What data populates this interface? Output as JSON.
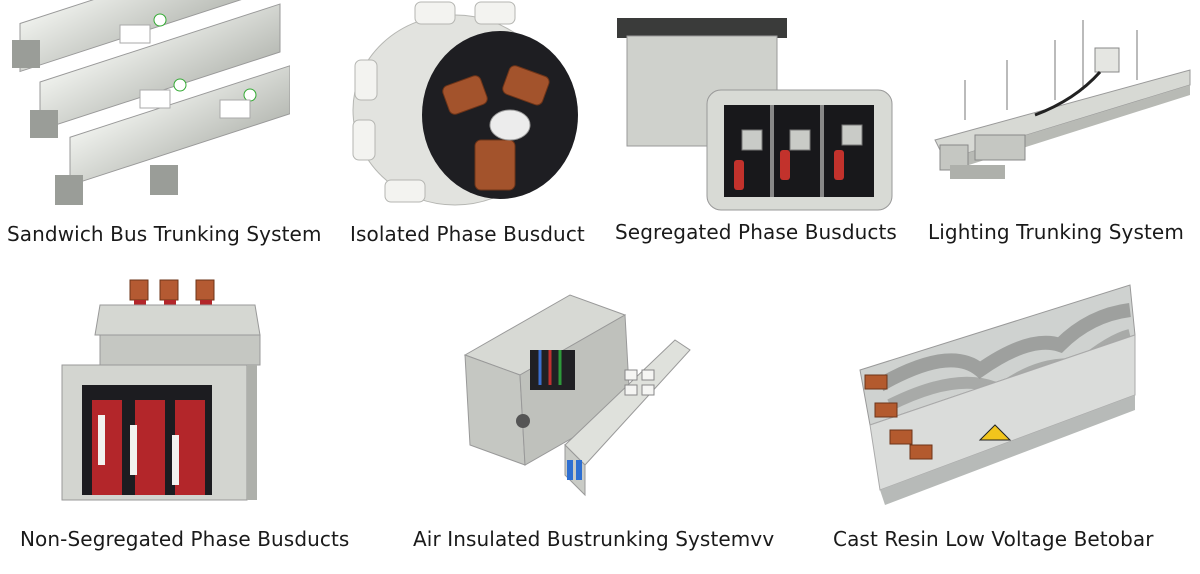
{
  "products": [
    {
      "id": "sandwich",
      "caption": "Sandwich Bus Trunking System",
      "image_icon": "sandwich-busbar-image"
    },
    {
      "id": "isolated",
      "caption": "Isolated Phase Busduct",
      "image_icon": "isolated-phase-busduct-image"
    },
    {
      "id": "segregated",
      "caption": "Segregated Phase Busducts",
      "image_icon": "segregated-phase-busduct-image"
    },
    {
      "id": "lighting",
      "caption": "Lighting Trunking System",
      "image_icon": "lighting-trunking-image"
    },
    {
      "id": "nonsegregated",
      "caption": "Non-Segregated Phase Busducts",
      "image_icon": "non-segregated-busduct-image"
    },
    {
      "id": "airinsulated",
      "caption": "Air Insulated Bustrunking Systemvv",
      "image_icon": "air-insulated-bustrunking-image"
    },
    {
      "id": "castresin",
      "caption": "Cast Resin Low Voltage Betobar",
      "image_icon": "cast-resin-betobar-image"
    }
  ],
  "colors": {
    "housing": "#d4d6d1",
    "copper": "#c46a3a",
    "red_insulator": "#b3262a",
    "dark_interior": "#1e1e22"
  }
}
